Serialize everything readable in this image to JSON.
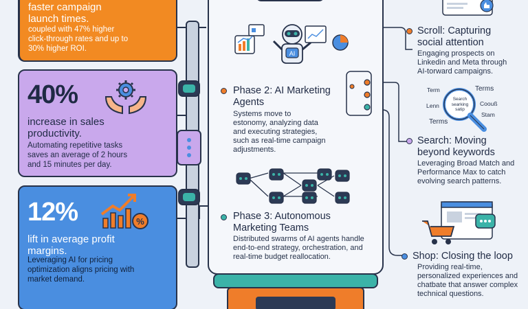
{
  "stats": [
    {
      "sub": "faster campaign\nlaunch times.",
      "small": "coupled with 47% higher\nclick-through rates and up to\n30% higher ROI.",
      "color": "#f28a22"
    },
    {
      "big": "40%",
      "sub": "increase in sales\nproductivity.",
      "small": "Automating repetitive tasks\nsaves an average of 2 hours\nand 15 minutes per day.",
      "icon": "hands-gear-icon",
      "color": "#c9a8ec"
    },
    {
      "big": "12%",
      "sub": "lift in average profit\nmargins.",
      "small": "Leveraging AI for pricing\noptimization aligns pricing with\nmarket demand.",
      "icon": "growth-chart-icon",
      "color": "#4a8ee0"
    }
  ],
  "phases": [
    {
      "title": "Phase 2: AI Marketing\nAgents",
      "desc": "Systems move to\nestonomy, analyzing data\nand executing strategies,\nsuch as real-time campaign\nadjustments.",
      "dot_color": "#ef7d2a",
      "icon": "ai-robot-icon",
      "icon_label": "AI"
    },
    {
      "title": "Phase 3: Autonomous\nMarketing Teams",
      "desc": "Distributed swarms of AI agents handle\nend-to-end strategy, orchestration, and\nreal-time budget reallocation.",
      "dot_color": "#3bb3a8",
      "icon": "robot-network-icon"
    }
  ],
  "right": [
    {
      "title": "Scroll: Capturing\nsocial attention",
      "desc": "Engaging prospects on\nLinkedin and Meta through\nAI-torward campaigns.",
      "dot_color": "#ef7d2a",
      "icon": "thumbs-up-icon"
    },
    {
      "title": "Search: Moving\nbeyond keywords",
      "desc": "Leveraging Broad Match and\nPerformance Max to catch\nevolving search patterns.",
      "dot_color": "#c9a8ec",
      "icon": "magnifier-icon",
      "terms": [
        "Term",
        "Terms",
        "Lenn",
        "Coouß",
        "Stam",
        "Terms"
      ],
      "magnifier_text": "Search\nsearking\nsatip"
    },
    {
      "title": "Shop: Closing the loop",
      "desc": "Providing real-time,\npersonalized experiences and\nchatbate that answer complex\ntechnical questions.",
      "dot_color": "#4a8ee0",
      "icon": "shopping-cart-icon"
    }
  ]
}
